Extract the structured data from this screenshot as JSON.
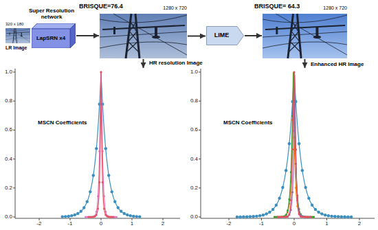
{
  "diagram": {
    "nodes": [
      {
        "text": [
          "320 x 180",
          "LR Image"
        ]
      },
      {
        "text": [
          "Super Resolution network",
          "LapSRN x4"
        ]
      },
      {
        "text": [
          "BRISQUE=76.4",
          "1280 x 720",
          "HR resolution Image"
        ]
      },
      {
        "text": [
          "LIME"
        ]
      },
      {
        "text": [
          "BRISQUE= 64.3",
          "1280 x 720",
          "Enhanced HR Image"
        ]
      },
      {
        "text": [
          "MSCN Coefficients"
        ]
      },
      {
        "text": [
          "MSCN Coefficients"
        ]
      }
    ],
    "edges": [
      {
        "from": 1,
        "to": 2,
        "arrow": "to"
      },
      {
        "from": 2,
        "to": 3,
        "arrow": "to"
      },
      {
        "from": 3,
        "to": 4,
        "arrow": "to"
      },
      {
        "from": 2,
        "to": 5,
        "arrow": "to"
      },
      {
        "from": 4,
        "to": 6,
        "arrow": "to"
      }
    ],
    "labels": [
      "1.0",
      "0.8",
      "0.6",
      "0.4",
      "0.2",
      "0.0",
      "-2",
      "-1",
      "0",
      "1",
      "2",
      "1.0",
      "0.8",
      "0.6",
      "0.4",
      "0.2",
      "0.0",
      "-2",
      "-1",
      "0",
      "1",
      "2"
    ]
  }
}
